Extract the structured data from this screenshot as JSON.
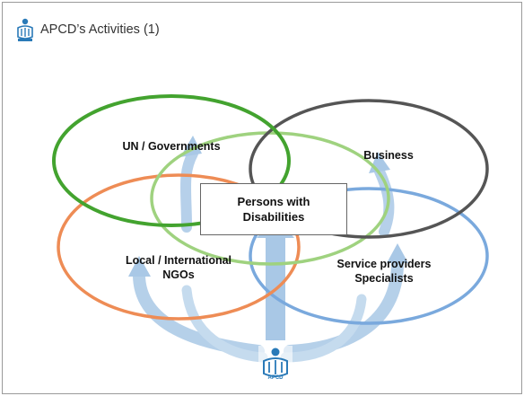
{
  "slide": {
    "title": "APCD’s Activities (1)"
  },
  "center": {
    "label": "Persons with\nDisabilities"
  },
  "circles": [
    {
      "label": "UN / Governments",
      "color": "#43a32f"
    },
    {
      "label": "Business",
      "color": "#555555"
    },
    {
      "label": "Local / International\nNGOs",
      "color": "#ee8c55"
    },
    {
      "label": "Service providers\nSpecialists",
      "color": "#7aa9dd"
    },
    {
      "label": "",
      "color": "#9fd27f"
    }
  ],
  "logo": {
    "text": "APCD",
    "color": "#2a7ab8"
  },
  "arrow_color": "#a9c8e6"
}
